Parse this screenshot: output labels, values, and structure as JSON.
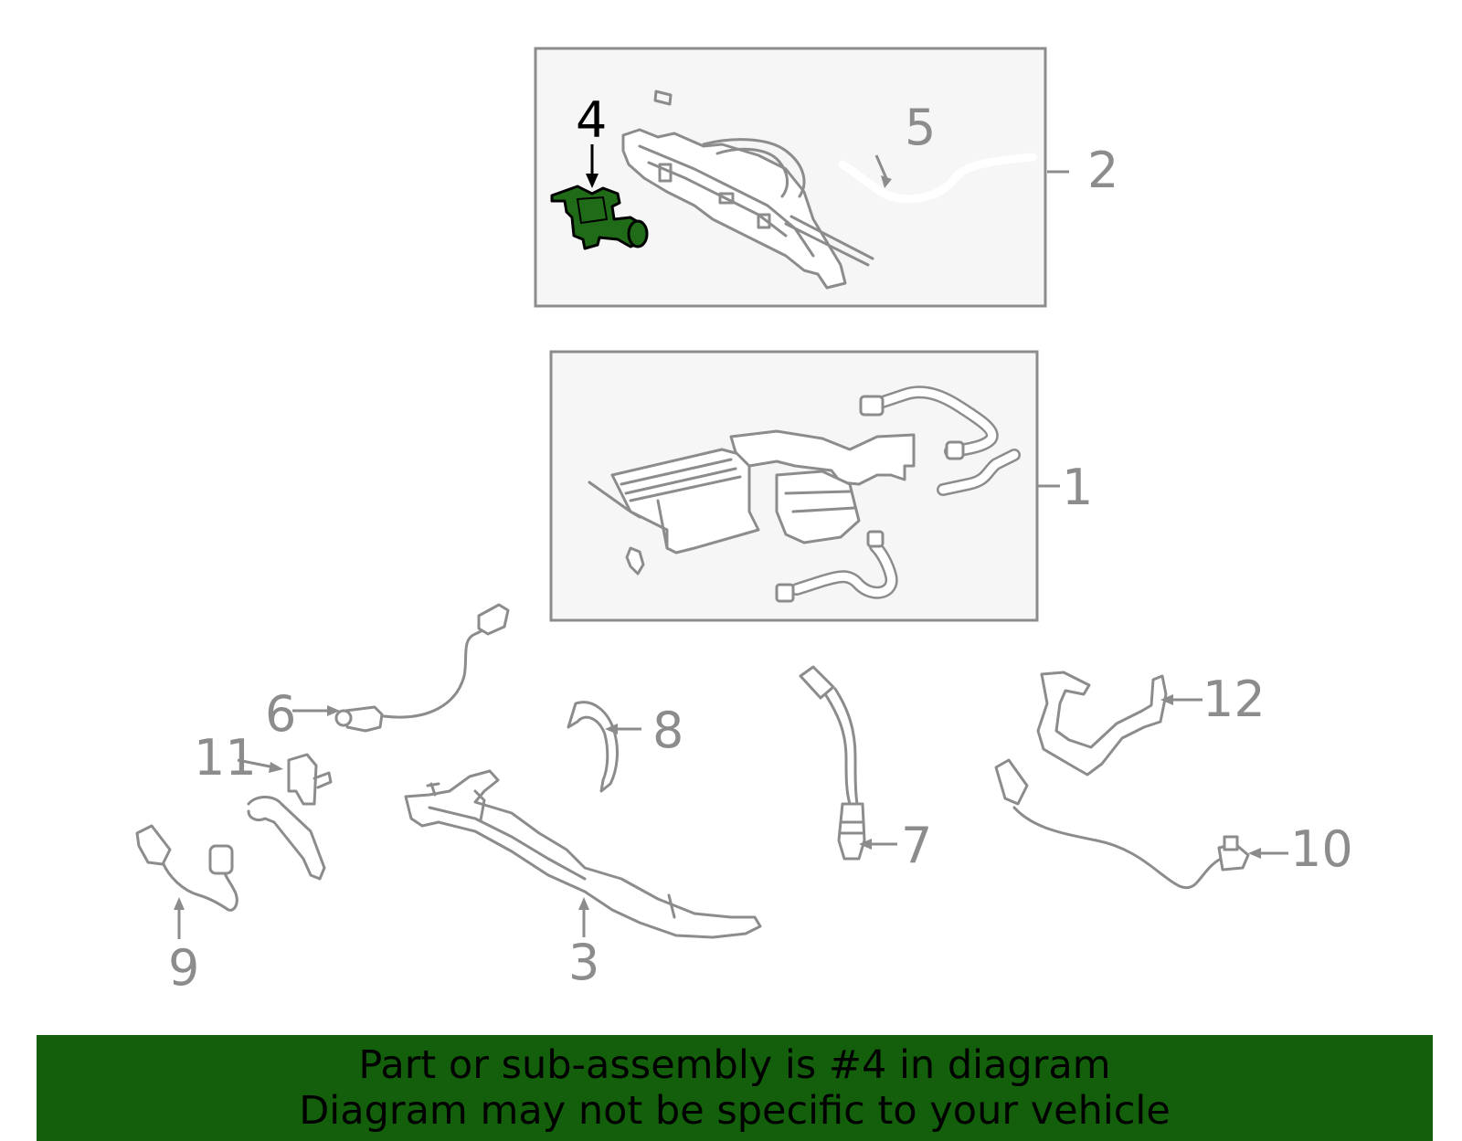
{
  "diagram": {
    "highlighted_part": "4",
    "callouts": [
      "1",
      "2",
      "3",
      "4",
      "5",
      "6",
      "7",
      "8",
      "9",
      "10",
      "11",
      "12"
    ],
    "colors": {
      "highlight": "#1f6b17",
      "line": "#8c8c8c",
      "box_fill": "#f6f6f6",
      "banner": "#135f0b"
    }
  },
  "banner": {
    "line1": "Part or sub-assembly is #4 in diagram",
    "line2": "Diagram may not be specific to your vehicle"
  }
}
